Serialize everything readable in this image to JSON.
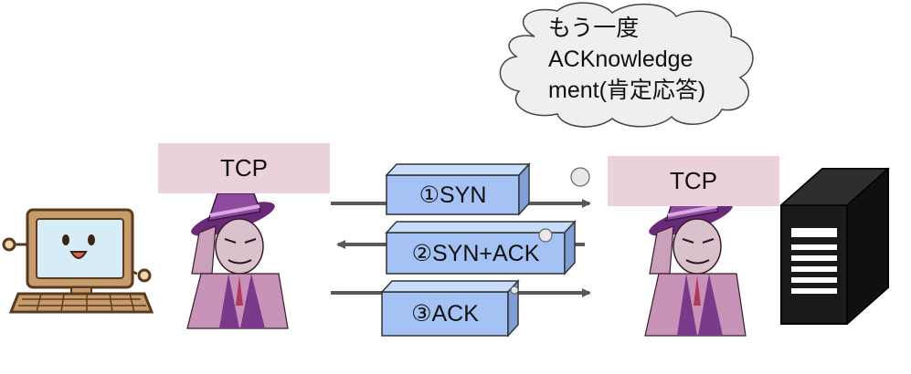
{
  "cloud": {
    "lines": [
      "もう一度",
      "ACKnowledge",
      "ment(肯定応答)"
    ]
  },
  "left_node": {
    "label": "TCP"
  },
  "right_node": {
    "label": "TCP"
  },
  "packets": [
    {
      "label": "①SYN"
    },
    {
      "label": "②SYN+ACK"
    },
    {
      "label": "③ACK"
    }
  ],
  "colors": {
    "tcp_box": "#ead1dc",
    "packet_fill": "#a4c2f4",
    "arrow": "#595959",
    "cloud_fill": "#efefef"
  }
}
